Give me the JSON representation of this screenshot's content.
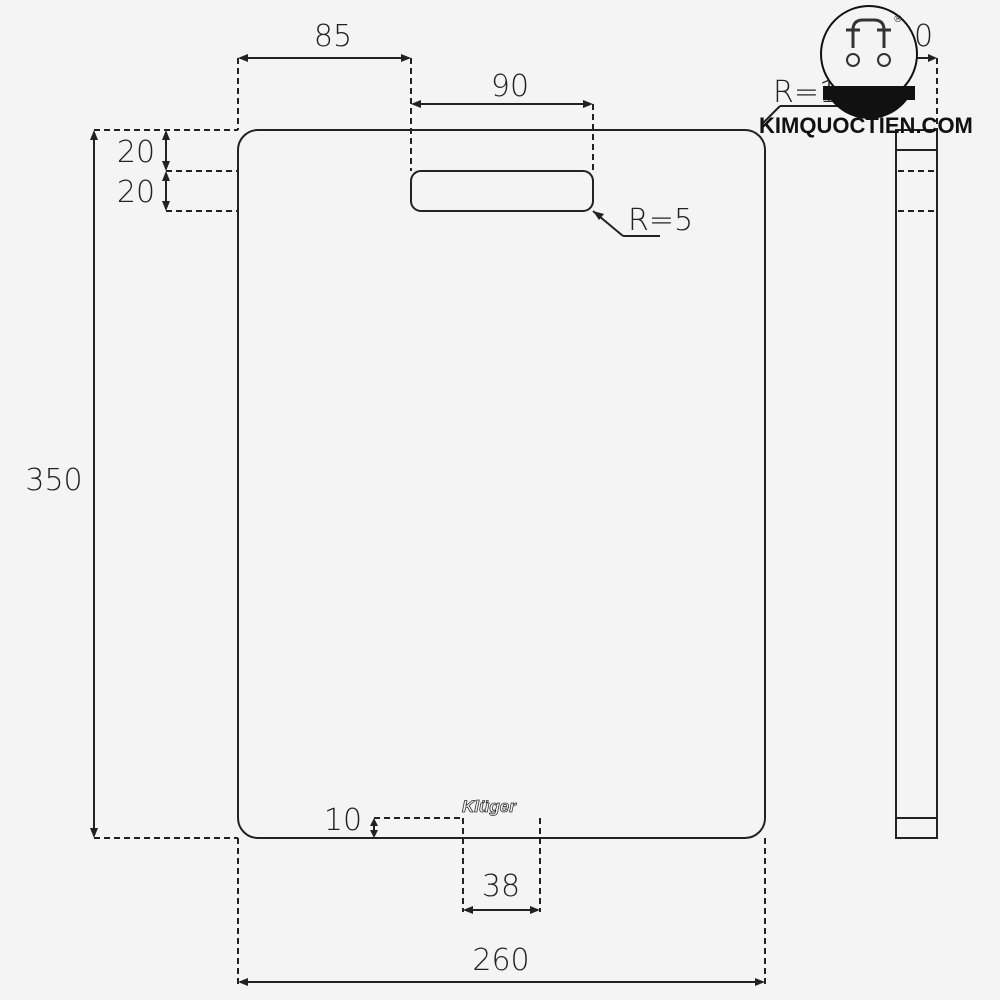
{
  "dimensions": {
    "handle_offset": "85",
    "handle_width": "90",
    "handle_radius": "R=5",
    "top_gap_1": "20",
    "top_gap_2": "20",
    "height": "350",
    "logo_offset": "10",
    "logo_width": "38",
    "width": "260",
    "thickness": "20",
    "corner_radius": "R=10"
  },
  "brand_mark": "Klüger",
  "watermark": {
    "site": "KIMQUOCTIEN.COM",
    "registered": "®"
  },
  "colors": {
    "background": "#f4f4f4",
    "line": "#222222"
  }
}
